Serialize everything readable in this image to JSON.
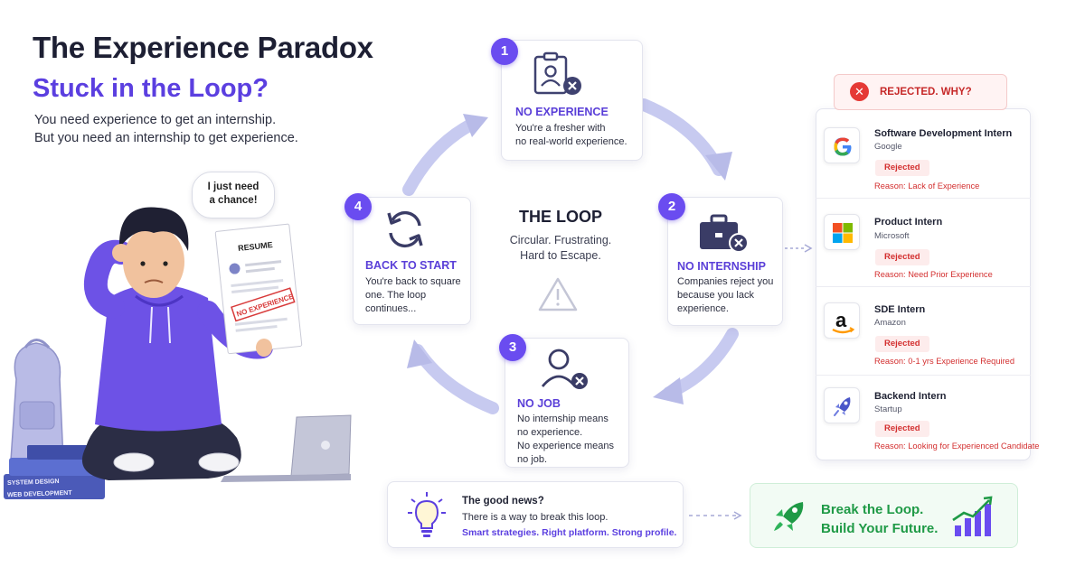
{
  "header": {
    "title": "The Experience Paradox",
    "subtitle": "Stuck in the Loop?",
    "description": [
      "You need experience to get an internship.",
      "But you need an internship to get experience."
    ]
  },
  "illustration": {
    "speech_bubble": [
      "I just need",
      "a chance!"
    ],
    "resume_title": "RESUME",
    "resume_stamp": "NO EXPERIENCE",
    "books": [
      "SYSTEM DESIGN",
      "WEB DEVELOPMENT"
    ]
  },
  "loop": {
    "title": "THE LOOP",
    "subtitle": [
      "Circular. Frustrating.",
      "Hard to Escape."
    ],
    "steps": [
      {
        "number": "1",
        "title": "NO EXPERIENCE",
        "text": [
          "You're a fresher with",
          "no real-world experience."
        ],
        "icon": "user-badge-x-icon"
      },
      {
        "number": "2",
        "title": "NO INTERNSHIP",
        "text": [
          "Companies reject you",
          "because you lack",
          "experience."
        ],
        "icon": "briefcase-x-icon"
      },
      {
        "number": "3",
        "title": "NO JOB",
        "text": [
          "No internship means",
          "no experience.",
          "No experience means",
          "no job."
        ],
        "icon": "user-x-icon"
      },
      {
        "number": "4",
        "title": "BACK TO START",
        "text": [
          "You're back to square",
          "one. The loop",
          "continues..."
        ],
        "icon": "refresh-icon"
      }
    ]
  },
  "rejections": {
    "header": "REJECTED. WHY?",
    "jobs": [
      {
        "title": "Software Development Intern",
        "company": "Google",
        "status": "Rejected",
        "reason": "Reason: Lack of Experience",
        "logo": "google-logo"
      },
      {
        "title": "Product Intern",
        "company": "Microsoft",
        "status": "Rejected",
        "reason": "Reason: Need Prior Experience",
        "logo": "microsoft-logo"
      },
      {
        "title": "SDE Intern",
        "company": "Amazon",
        "status": "Rejected",
        "reason": "Reason: 0-1 yrs Experience Required",
        "logo": "amazon-logo"
      },
      {
        "title": "Backend Intern",
        "company": "Startup",
        "status": "Rejected",
        "reason": "Reason: Looking for Experienced Candidate",
        "logo": "rocket-logo"
      }
    ]
  },
  "good_news": {
    "title": "The good news?",
    "line": "There is a way to break this loop.",
    "strong": "Smart strategies. Right platform. Strong profile."
  },
  "cta": {
    "line1": "Break the Loop.",
    "line2": "Build Your Future."
  },
  "colors": {
    "accent": "#5b3fe0",
    "step_badge": "#6a4cf0",
    "reject": "#d32f2f",
    "success": "#1f9a46"
  }
}
